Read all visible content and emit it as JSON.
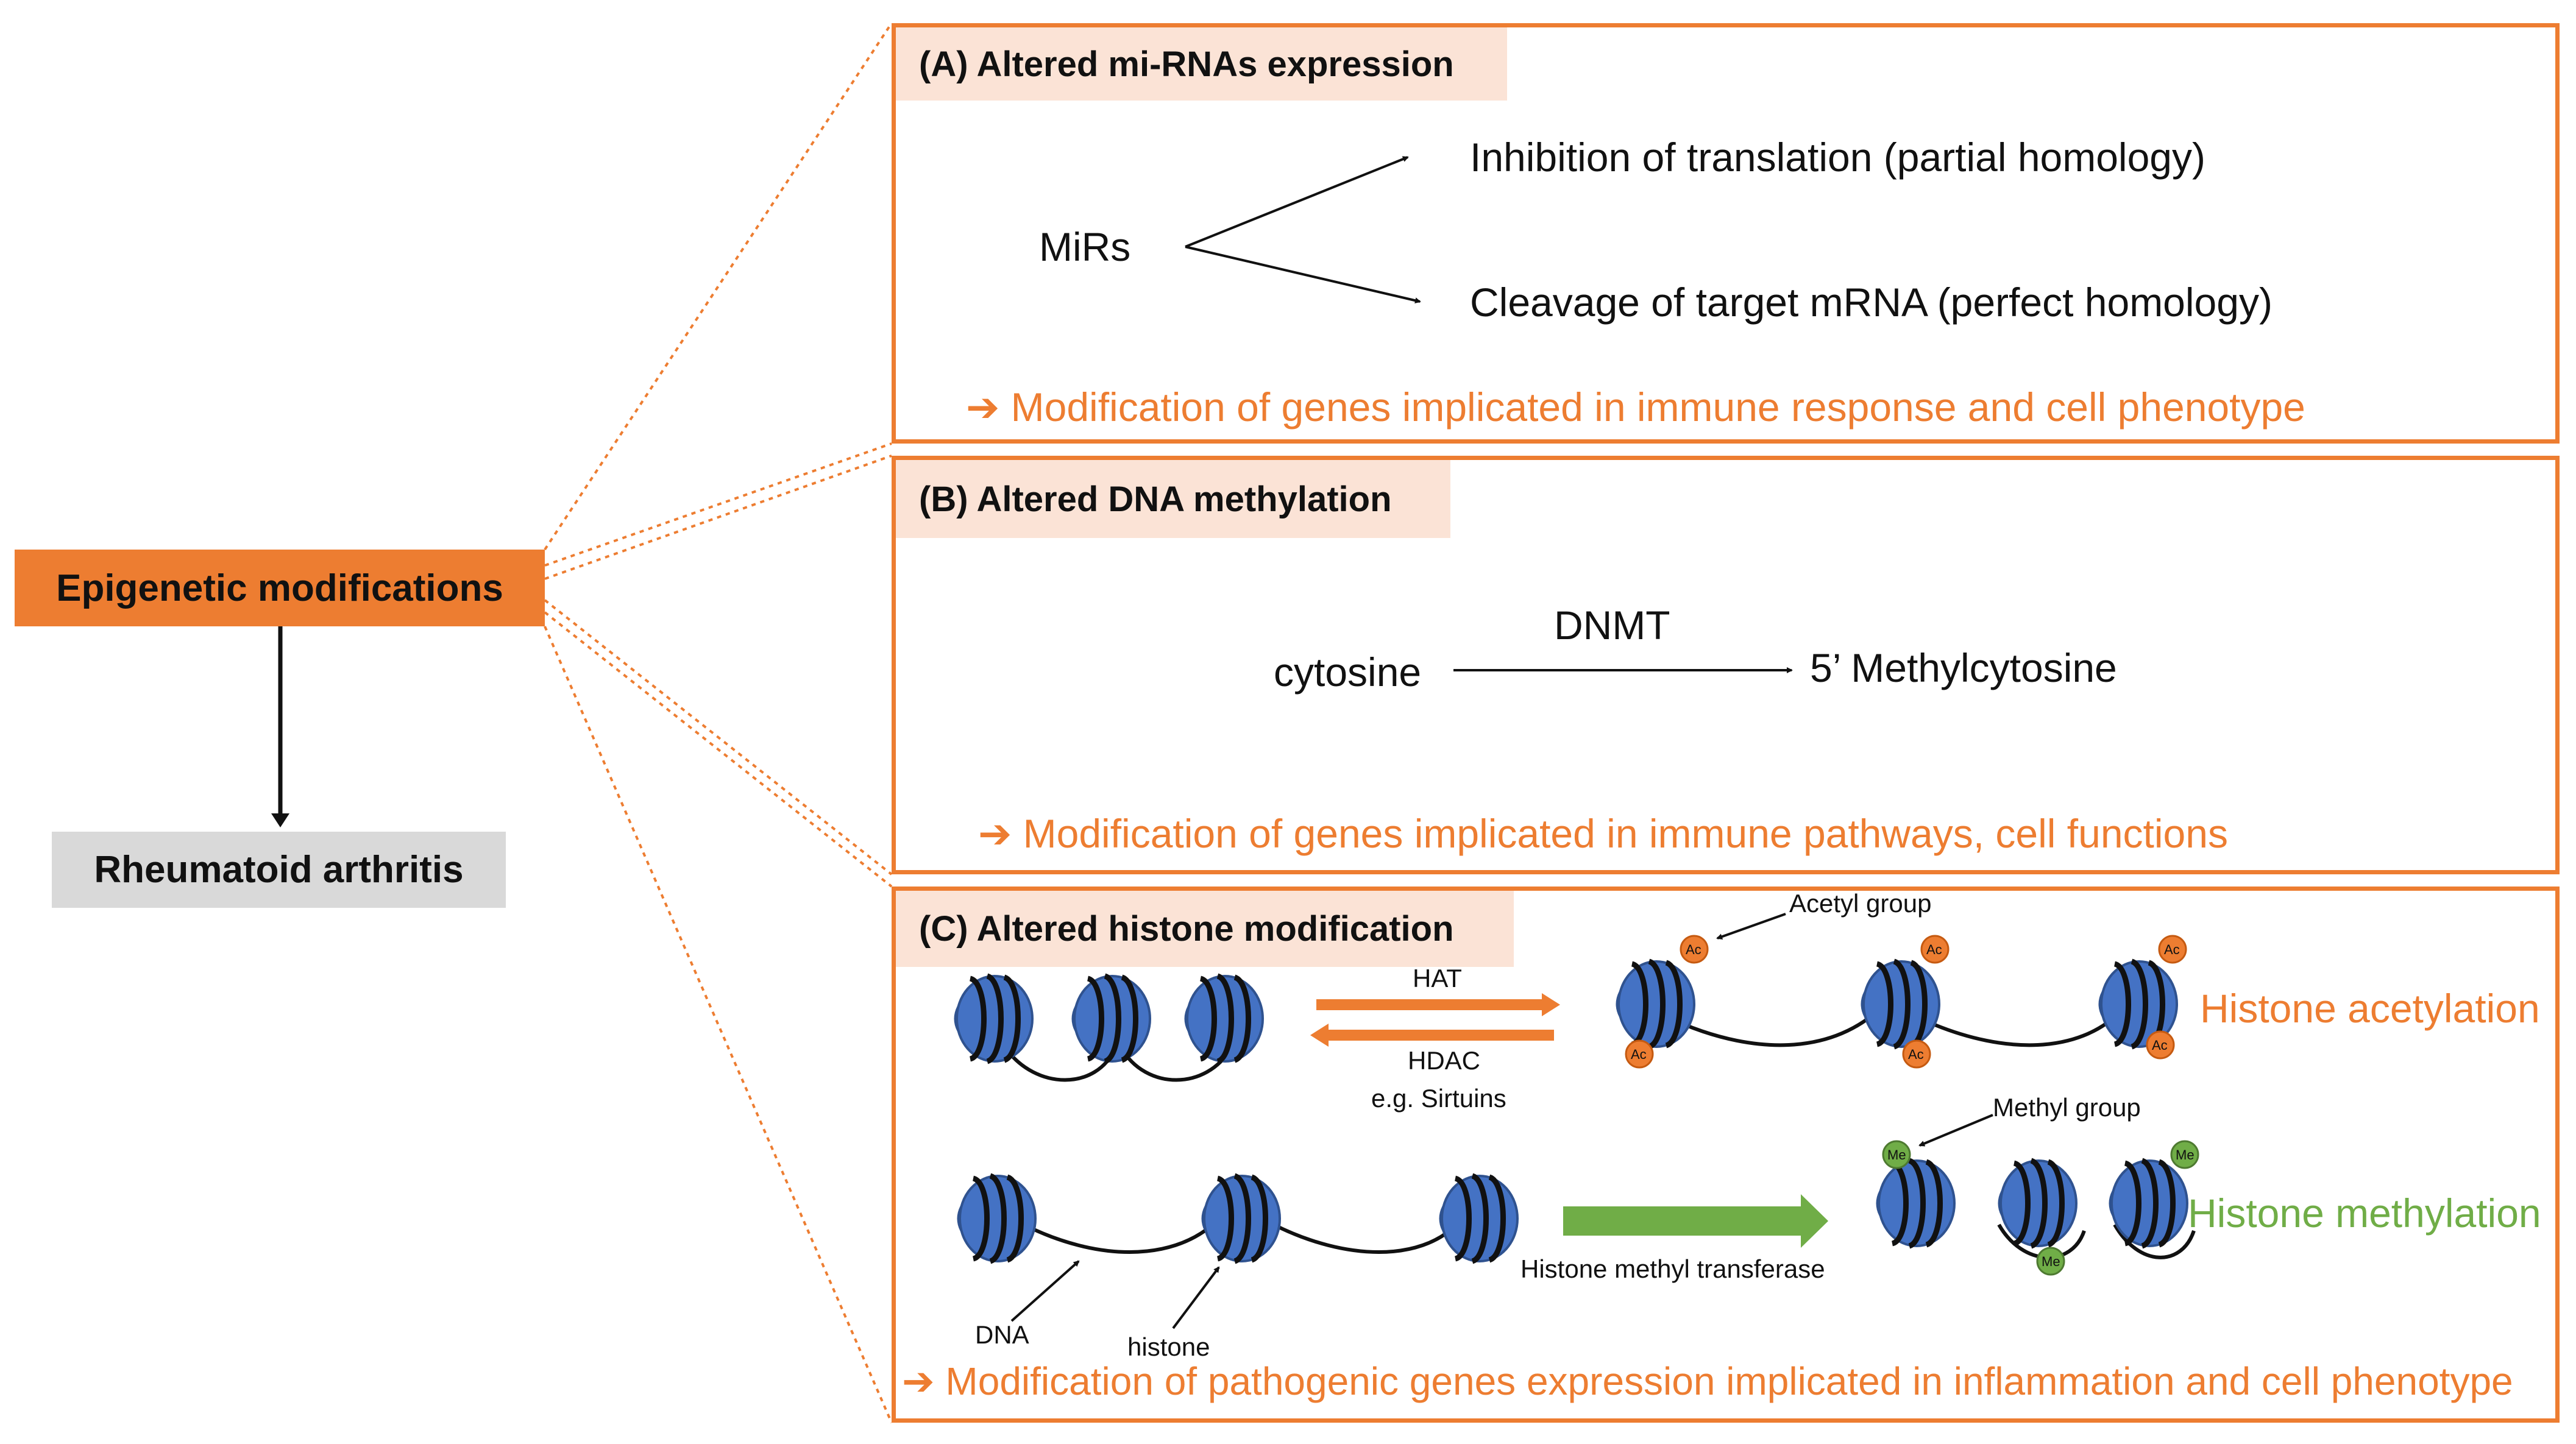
{
  "left": {
    "epigenetic": "Epigenetic modifications",
    "ra": "Rheumatoid arthritis"
  },
  "panel_a": {
    "title": "(A) Altered mi-RNAs expression",
    "mirs": "MiRs",
    "outcome1": "Inhibition of translation (partial homology)",
    "outcome2": "Cleavage of target mRNA (perfect homology)",
    "conclusion": "Modification of genes implicated in immune response and cell phenotype"
  },
  "panel_b": {
    "title": "(B) Altered DNA methylation",
    "substrate": "cytosine",
    "enzyme": "DNMT",
    "product": "5’ Methylcytosine",
    "conclusion": "Modification of genes implicated in immune pathways, cell functions"
  },
  "panel_c": {
    "title": "(C) Altered histone modification",
    "hat": "HAT",
    "hdac": "HDAC",
    "hdac_example": "e.g. Sirtuins",
    "acetyl_group": "Acetyl group",
    "ac_mark": "Ac",
    "acetylation": "Histone acetylation",
    "methyl_group": "Methyl group",
    "me_mark": "Me",
    "methylation": "Histone methylation",
    "methyl_transferase": "Histone methyl transferase",
    "dna": "DNA",
    "histone": "histone",
    "conclusion": "Modification of pathogenic genes expression implicated in inflammation and cell phenotype"
  },
  "colors": {
    "accent": "#ed7d31",
    "tag_fill": "#fbe3d6",
    "nucleosome": "#4472c4",
    "methyl": "#70ad47",
    "ra_fill": "#d9d9d9"
  }
}
